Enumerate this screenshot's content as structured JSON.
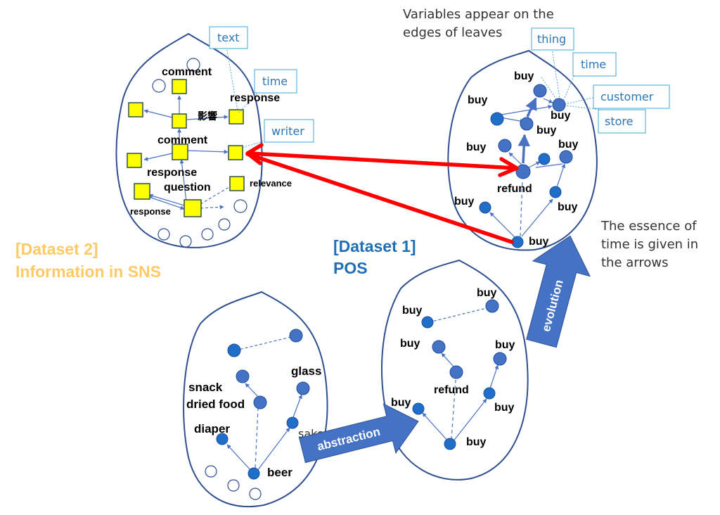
{
  "annotations": {
    "variables_note": [
      "Variables appear on the",
      "edges of leaves"
    ],
    "time_note": [
      "The essence of",
      "time is given in",
      "the arrows"
    ]
  },
  "dataset2": {
    "title_line1": "[Dataset 2]",
    "title_line2": "Information in SNS",
    "tags": {
      "text": "text",
      "time": "time",
      "writer": "writer"
    },
    "labels": {
      "comment_top": "comment",
      "response_top": "response",
      "influence": "影響",
      "comment_mid": "comment",
      "response_mid": "response",
      "question": "question",
      "relevance": "relevance",
      "response_bottom": "response"
    }
  },
  "dataset1": {
    "title_line1": "[Dataset 1]",
    "title_line2": "POS",
    "tags": {
      "thing": "thing",
      "time": "time",
      "customer": "customer",
      "store": "store"
    },
    "labels": {
      "buy_1": "buy",
      "buy_2": "buy",
      "buy_3": "buy",
      "buy_4": "buy",
      "buy_5": "buy",
      "buy_6": "buy",
      "buy_7": "buy",
      "buy_8": "buy",
      "buy_9": "buy",
      "refund": "refund"
    }
  },
  "leaf_mid": {
    "labels": {
      "buy_a": "buy",
      "buy_b": "buy",
      "buy_c": "buy",
      "buy_d": "buy",
      "buy_e": "buy",
      "buy_f": "buy",
      "buy_g": "buy",
      "refund": "refund"
    }
  },
  "leaf_raw": {
    "labels": {
      "snack": "snack",
      "dried_food": "dried food",
      "glass": "glass",
      "diaper": "diaper",
      "sake": "sake",
      "beer": "beer"
    }
  },
  "arrows": {
    "abstraction": "abstraction",
    "evolution": "evolution"
  },
  "colors": {
    "leaf_outline": "#2f4f8f",
    "node": "#2a6fc9",
    "square": "#ffff00",
    "highlight": "#ff0000",
    "big_arrow": "#4472c4"
  }
}
